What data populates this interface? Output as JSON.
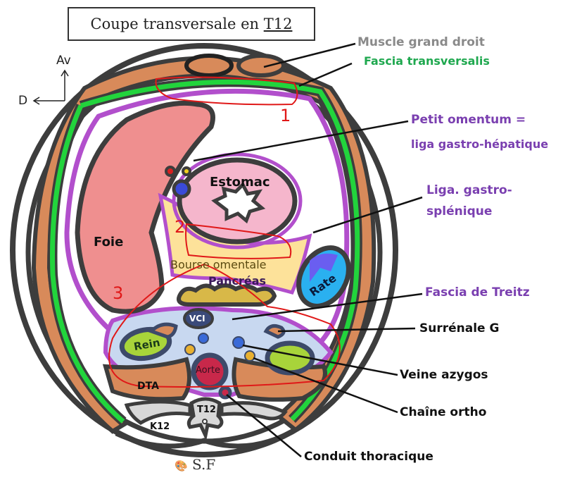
{
  "title": {
    "prefix": "Coupe transversale en ",
    "level": "T12"
  },
  "orientation": {
    "anterior": "Av",
    "right": "D"
  },
  "colors": {
    "outline": "#3d3d3d",
    "muscle": "#d88a5a",
    "fascia_transversalis": "#22d43c",
    "peritoneum": "#b24fcc",
    "liver": "#ef8f8f",
    "stomach": "#f5b6cc",
    "omental_bursa": "#fde29a",
    "pancreas": "#d8b848",
    "retroperitoneum": "#c8d8f0",
    "kidney": "#a8d43a",
    "spleen_light": "#2ab0f0",
    "spleen_dark": "#6a5ef0",
    "aorta": "#c8284a",
    "vci": "#3a4a7a",
    "vein_blue": "#3a6ad8",
    "nerve_yellow": "#e8b030",
    "artery_red": "#d82020",
    "vertebra": "#d8d8d8",
    "annotation_red": "#e01818",
    "label_purple": "#7a3fb0",
    "label_green": "#1fa84f",
    "label_gray": "#8a8a8a"
  },
  "organs": {
    "foie": "Foie",
    "estomac": "Estomac",
    "bourse": "Bourse omentale",
    "pancreas": "Pancréas",
    "rate": "Rate",
    "vci": "VCI",
    "rein": "Rein",
    "aorte": "Aorte",
    "dta": "DTA",
    "t12": "T12",
    "k12": "K12"
  },
  "callouts": {
    "muscle_grand_droit": "Muscle grand droit",
    "fascia_transversalis": "Fascia transversalis",
    "petit_omentum_1": "Petit omentum =",
    "petit_omentum_2": "liga gastro-hépatique",
    "gastro_splenique_1": "Liga. gastro-",
    "gastro_splenique_2": "splénique",
    "fascia_treitz": "Fascia de Treitz",
    "surrenale": "Surrénale G",
    "veine_azygos": "Veine azygos",
    "chaine_ortho": "Chaîne ortho",
    "conduit_thoracique": "Conduit thoracique"
  },
  "annotations": {
    "zone1": "1",
    "zone2": "2",
    "zone3": "3"
  },
  "signature": {
    "icon": "palette-icon",
    "text": "S.F"
  }
}
